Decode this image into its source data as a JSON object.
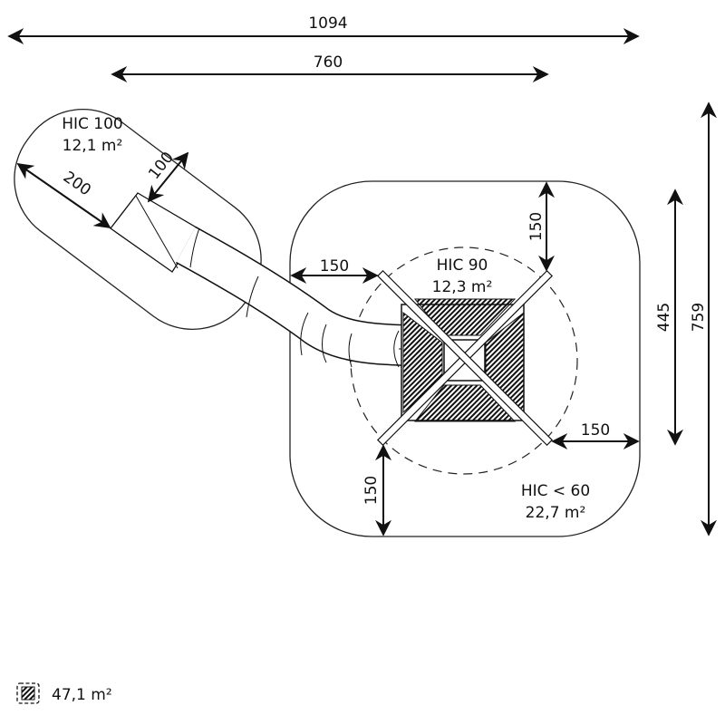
{
  "dimensions": {
    "total_width": "1094",
    "inner_width": "760",
    "total_depth": "759",
    "inner_depth": "445",
    "slide_zone_length": "200",
    "slide_zone_width": "100",
    "clearance_left": "150",
    "clearance_top": "150",
    "clearance_right": "150",
    "clearance_bottom": "150"
  },
  "zones": {
    "slide": {
      "hic": "HIC 100",
      "area": "12,1 m²"
    },
    "tower": {
      "hic": "HIC 90",
      "area": "12,3 m²"
    },
    "square": {
      "hic": "HIC < 60",
      "area": "22,7 m²"
    }
  },
  "legend": {
    "icon": "hatched-area-icon",
    "total_area": "47,1 m²"
  },
  "colors": {
    "line": "#111111",
    "background": "#ffffff"
  }
}
